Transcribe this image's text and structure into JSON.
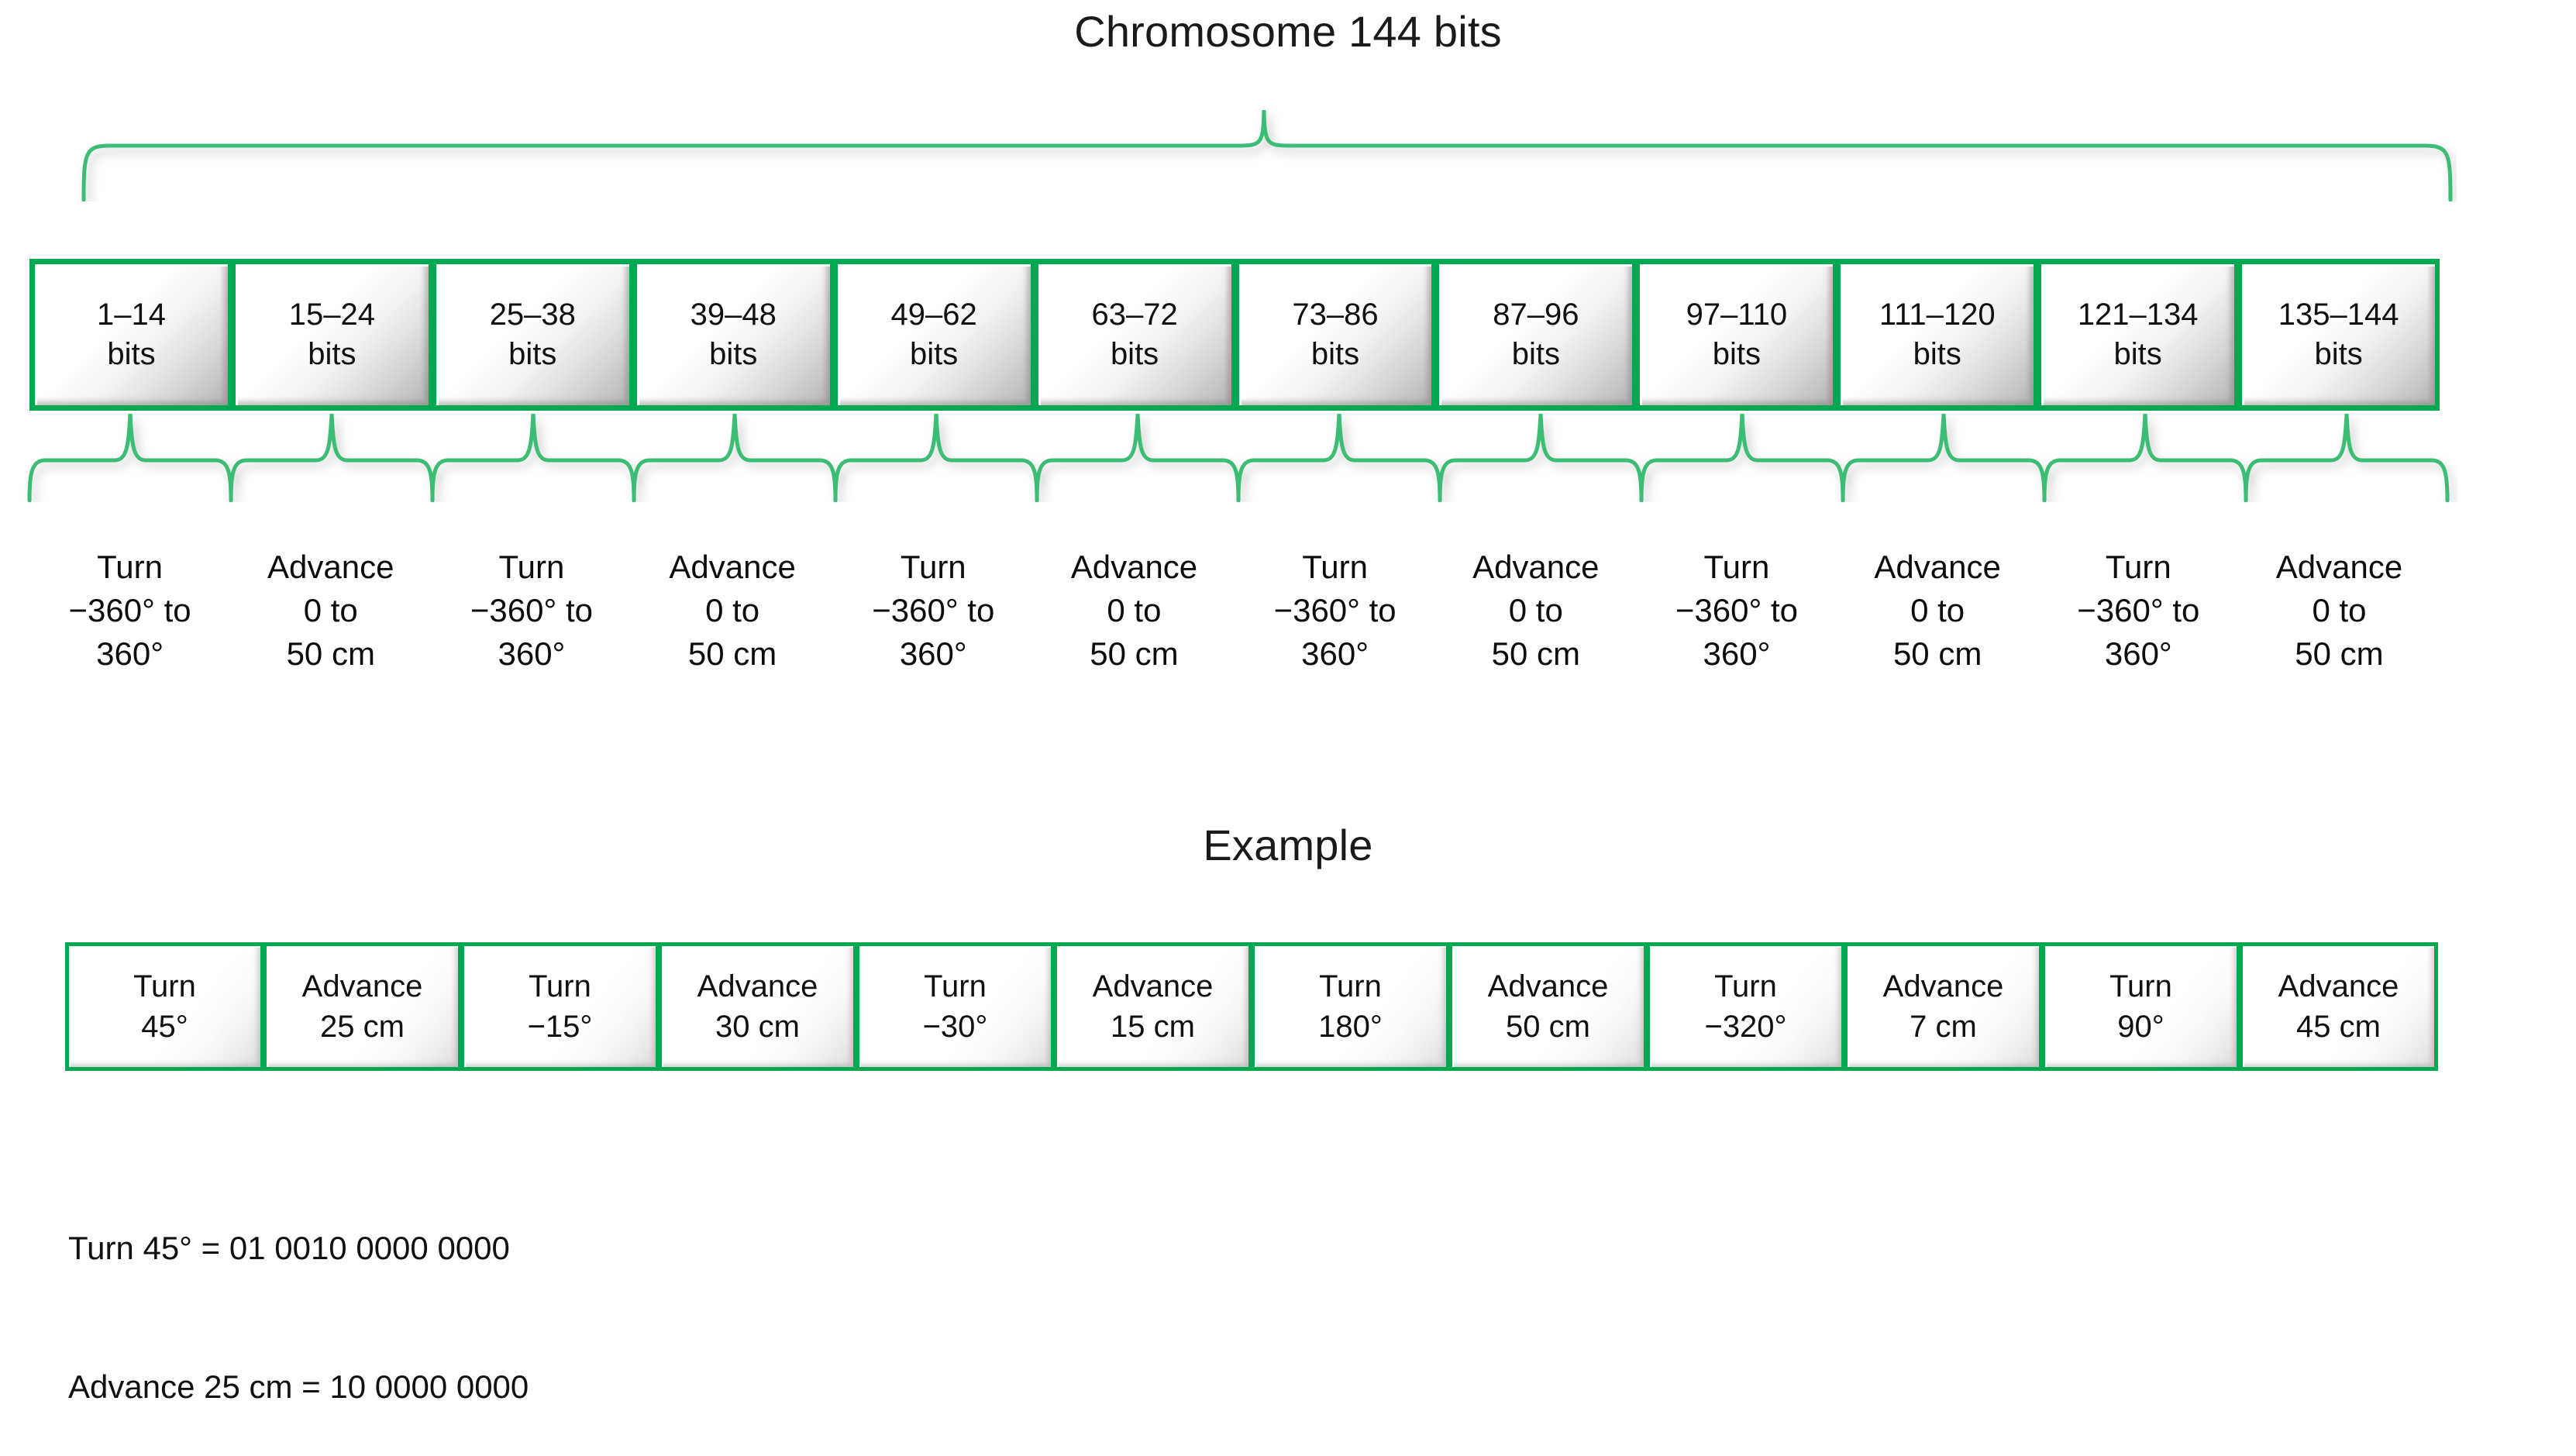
{
  "titles": {
    "chromosome": "Chromosome 144 bits",
    "example": "Example"
  },
  "colors": {
    "brace": "#3bbd76",
    "box_border": "#00a94f",
    "box_border_dark": "#0a7a3c",
    "text": "#111111",
    "background": "#ffffff"
  },
  "bit_boxes": [
    {
      "range": "1–14",
      "unit": "bits"
    },
    {
      "range": "15–24",
      "unit": "bits"
    },
    {
      "range": "25–38",
      "unit": "bits"
    },
    {
      "range": "39–48",
      "unit": "bits"
    },
    {
      "range": "49–62",
      "unit": "bits"
    },
    {
      "range": "63–72",
      "unit": "bits"
    },
    {
      "range": "73–86",
      "unit": "bits"
    },
    {
      "range": "87–96",
      "unit": "bits"
    },
    {
      "range": "97–110",
      "unit": "bits"
    },
    {
      "range": "111–120",
      "unit": "bits"
    },
    {
      "range": "121–134",
      "unit": "bits"
    },
    {
      "range": "135–144",
      "unit": "bits"
    }
  ],
  "descriptions": [
    {
      "line1": "Turn",
      "line2": "−360° to",
      "line3": "360°"
    },
    {
      "line1": "Advance",
      "line2": "0 to",
      "line3": "50 cm"
    },
    {
      "line1": "Turn",
      "line2": "−360° to",
      "line3": "360°"
    },
    {
      "line1": "Advance",
      "line2": "0 to",
      "line3": "50 cm"
    },
    {
      "line1": "Turn",
      "line2": "−360° to",
      "line3": "360°"
    },
    {
      "line1": "Advance",
      "line2": "0 to",
      "line3": "50 cm"
    },
    {
      "line1": "Turn",
      "line2": "−360° to",
      "line3": "360°"
    },
    {
      "line1": "Advance",
      "line2": "0 to",
      "line3": "50 cm"
    },
    {
      "line1": "Turn",
      "line2": "−360° to",
      "line3": "360°"
    },
    {
      "line1": "Advance",
      "line2": "0 to",
      "line3": "50 cm"
    },
    {
      "line1": "Turn",
      "line2": "−360° to",
      "line3": "360°"
    },
    {
      "line1": "Advance",
      "line2": "0 to",
      "line3": "50 cm"
    }
  ],
  "example_boxes": [
    {
      "action": "Turn",
      "value": "45°"
    },
    {
      "action": "Advance",
      "value": "25 cm"
    },
    {
      "action": "Turn",
      "value": "−15°"
    },
    {
      "action": "Advance",
      "value": "30 cm"
    },
    {
      "action": "Turn",
      "value": "−30°"
    },
    {
      "action": "Advance",
      "value": "15 cm"
    },
    {
      "action": "Turn",
      "value": "180°"
    },
    {
      "action": "Advance",
      "value": "50 cm"
    },
    {
      "action": "Turn",
      "value": "−320°"
    },
    {
      "action": "Advance",
      "value": "7 cm"
    },
    {
      "action": "Turn",
      "value": "90°"
    },
    {
      "action": "Advance",
      "value": "45 cm"
    }
  ],
  "footer": {
    "line1": "Turn 45° = 01 0010 0000 0000",
    "line2": "Advance 25 cm = 10 0000 0000"
  }
}
